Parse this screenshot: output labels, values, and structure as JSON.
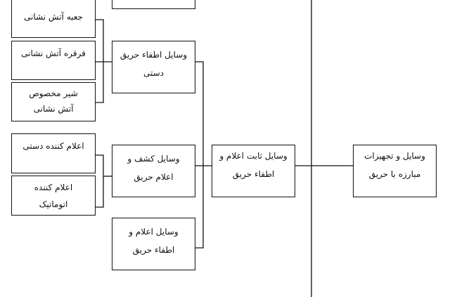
{
  "diagram": {
    "root": {
      "label": "وسایل و تجهیزات\nمبارزه با حریق"
    },
    "fixed": {
      "label": "وسایل ثابت اعلام و\nاطفاء حریق"
    },
    "manual_ext": {
      "label": "وسایل اطفاء حریق\nدستی"
    },
    "detection": {
      "label": "وسایل کشف و\nاعلام حریق"
    },
    "alarm_ext": {
      "label": "وسایل  اعلام و\nاطفاء حریق"
    },
    "fire_box": {
      "label": "جعبه آتش نشانی"
    },
    "hose_reel": {
      "label": "قرقره آتش نشانی"
    },
    "hydrant": {
      "label": "شیر مخصوص\nآتش نشانی"
    },
    "manual_alarm": {
      "label": "اعلام کننده دستی"
    },
    "auto_alarm": {
      "label": "اعلام کننده\nاتوماتیک"
    }
  }
}
